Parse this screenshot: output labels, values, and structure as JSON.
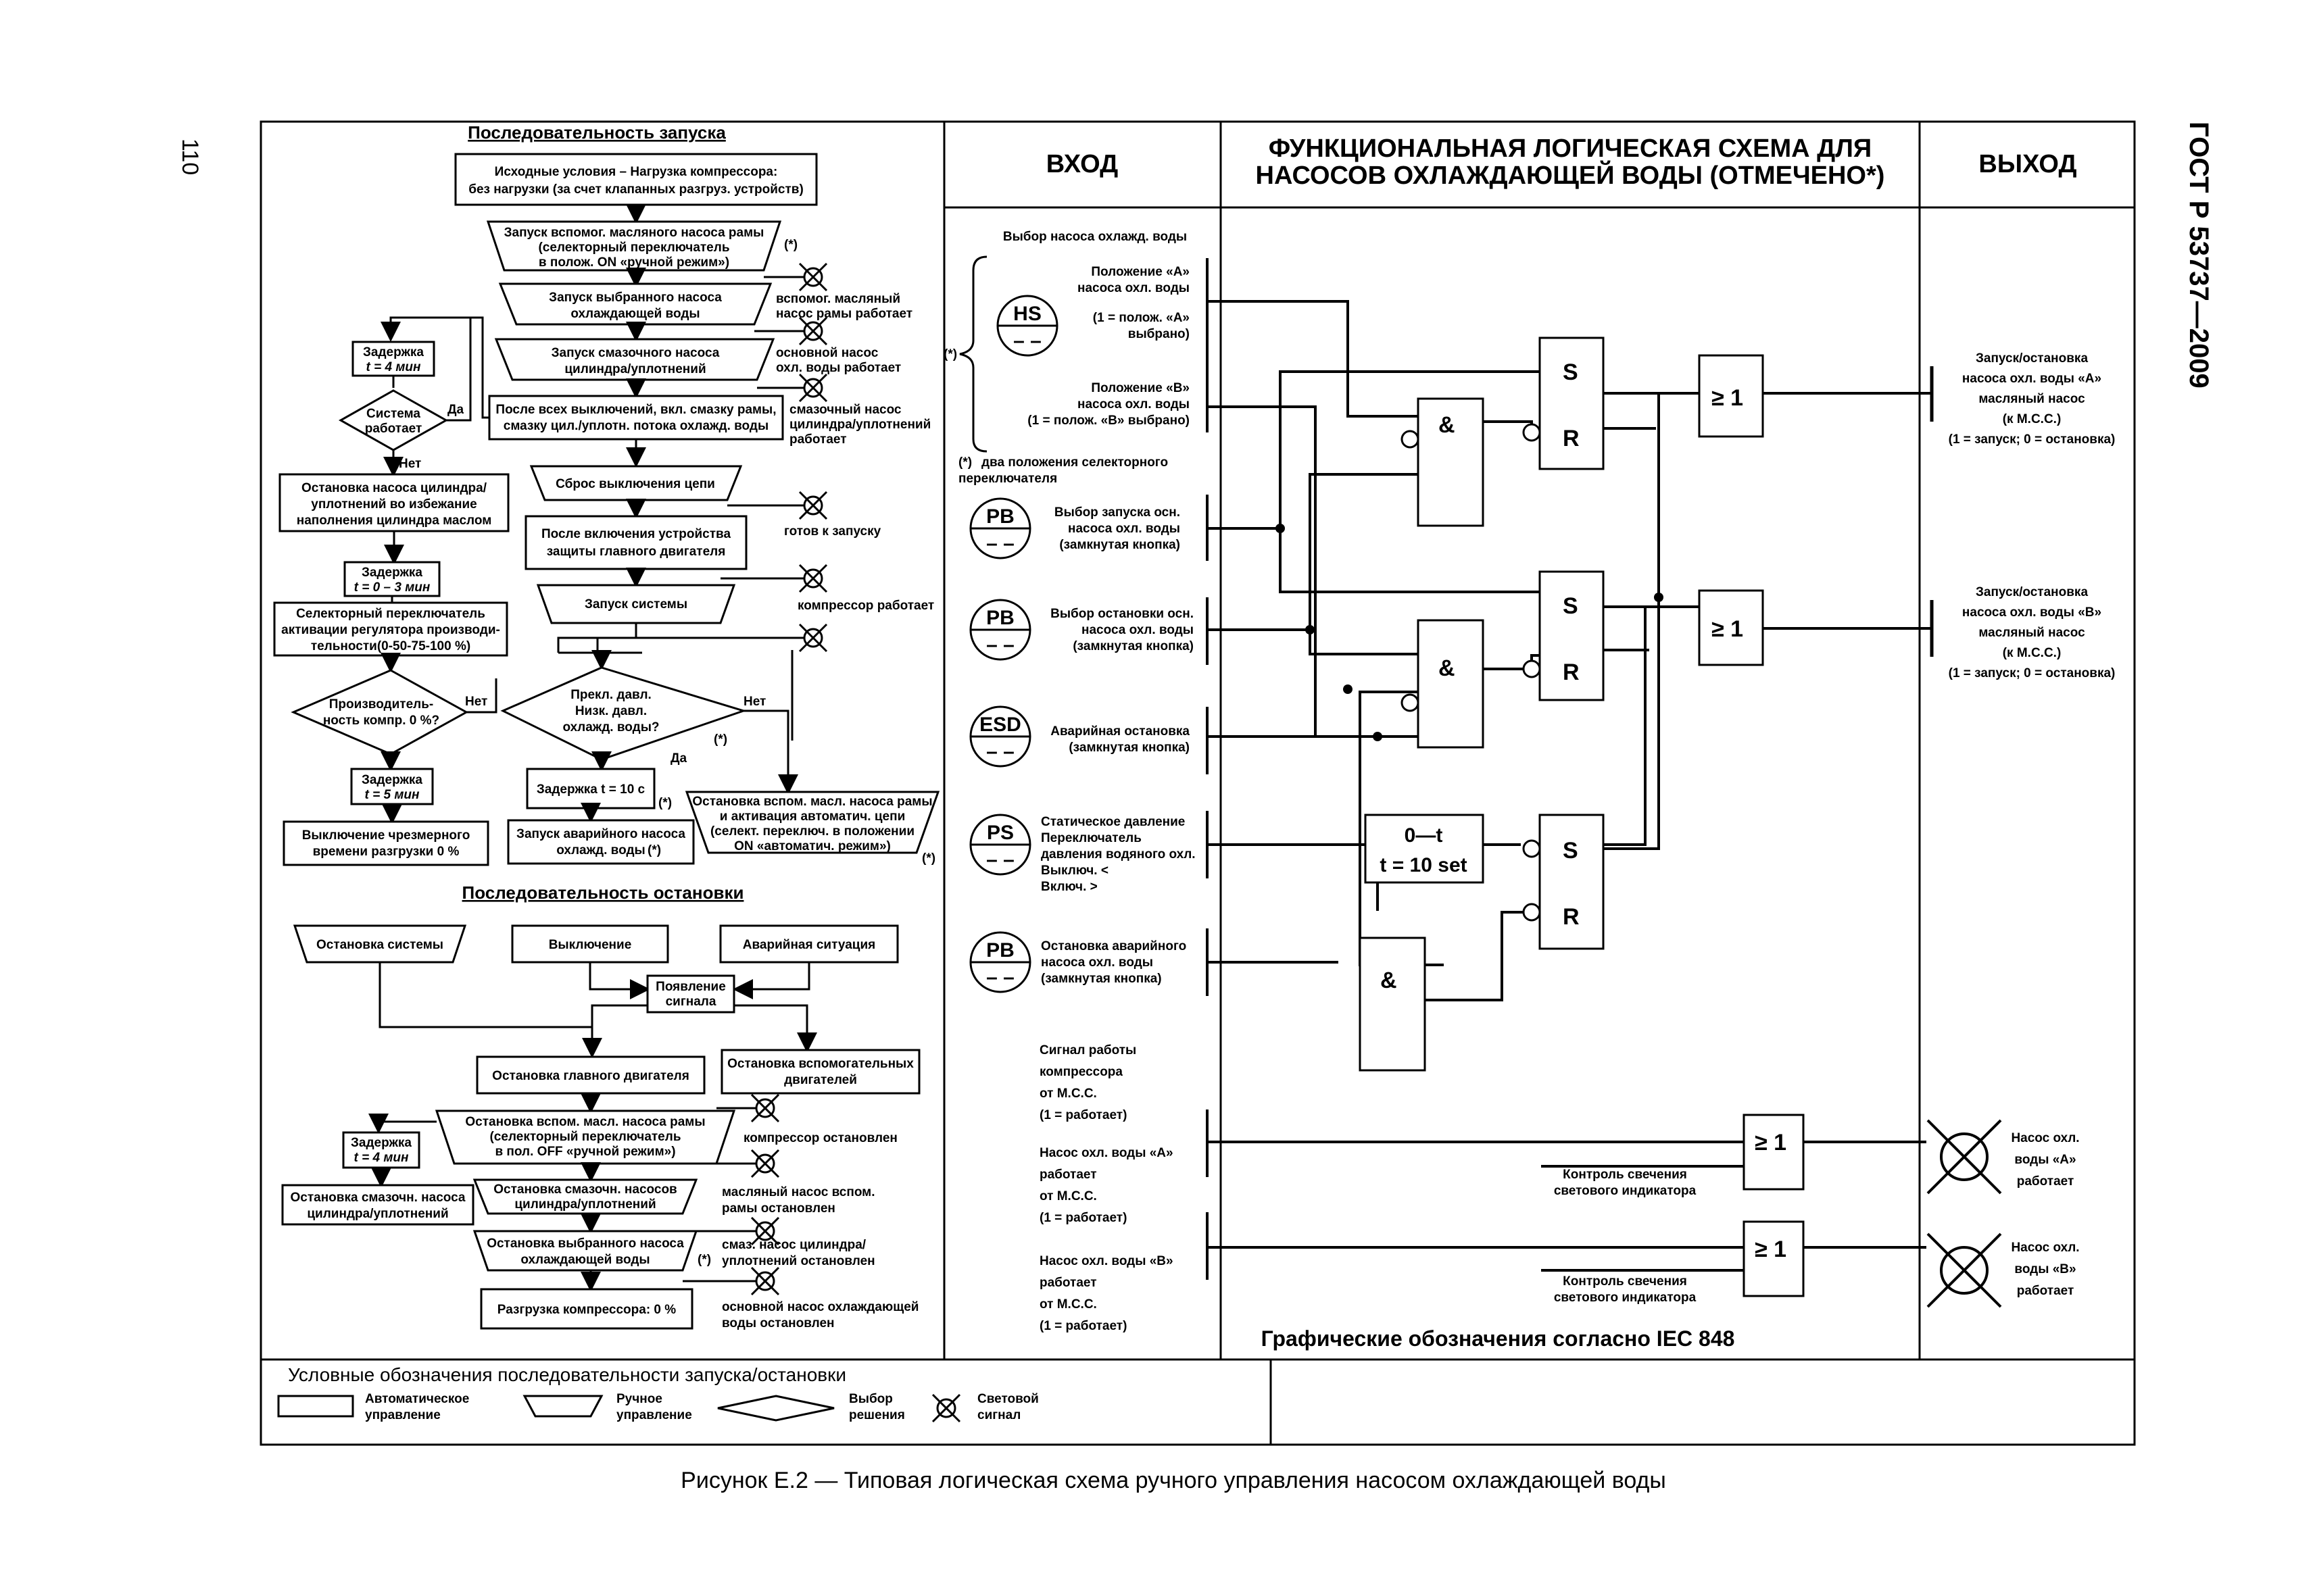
{
  "page_number": "110",
  "side_title": "ГОСТ Р 53737—2009",
  "caption": "Рисунок Е.2 — Типовая логическая схема ручного управления насосом охлаждающей воды",
  "start_seq": {
    "title": "Последовательность запуска",
    "init": [
      "Исходные условия – Нагрузка компрессора:",
      "без нагрузки (за счет клапанных разгруз. устройств)"
    ],
    "aux_oil": [
      "Запуск вспомог. масляного насоса рамы",
      "(селекторный переключатель",
      "в полож. ON «ручной режим»)"
    ],
    "star": "(*)",
    "lamp1": [
      "вспомог. масляный",
      "насос рамы работает"
    ],
    "cw_pump": [
      "Запуск выбранного насоса",
      "охлаждающей воды"
    ],
    "lamp2": [
      "основной насос",
      "охл. воды работает"
    ],
    "lube_pump": [
      "Запуск смазочного насоса",
      "цилиндра/уплотнений"
    ],
    "lamp3": [
      "смазочный насос",
      "цилиндра/уплотнений",
      "работает"
    ],
    "after_all": [
      "После всех выключений, вкл. смазку рамы,",
      "смазку цил./уплотн. потока  охлажд. воды"
    ],
    "delay4": [
      "Задержка",
      "t = 4 мин"
    ],
    "sys_run": [
      "Система",
      "работает"
    ],
    "yes": "Да",
    "no": "Нет",
    "stop_cyl": [
      "Остановка насоса цилиндра/",
      "уплотнений во избежание",
      "наполнения цилиндра маслом"
    ],
    "reset": "Сброс выключения цепи",
    "ready": "готов к запуску",
    "after_prot": [
      "После включения устройства",
      "защиты главного двигателя"
    ],
    "sys_start": "Запуск системы",
    "comp_run": "компрессор работает",
    "delay03": [
      "Задержка",
      "t = 0 – 3 мин"
    ],
    "selector": [
      "Селекторный переключатель",
      "активации регулятора производи-",
      "тельности(0-50-75-100 %)"
    ],
    "perf0": [
      "Производитель-",
      "ность компр. 0 %?"
    ],
    "press_sw": [
      "Прекл. давл.",
      "Низк. давл.",
      "охлажд. воды?"
    ],
    "delay10": "Задержка t = 10 с",
    "stop_aux": [
      "Остановка вспом. масл. насоса рамы",
      "и активация автоматич. цепи",
      "(селект. переключ. в положении",
      "ON «автоматич. режим»)"
    ],
    "delay5": [
      "Задержка",
      "t = 5 мин"
    ],
    "off_excess": [
      "Выключение чрезмерного",
      "времени разгрузки 0 %"
    ],
    "start_emerg": [
      "Запуск аварийного насоса",
      "охлажд. воды"
    ]
  },
  "stop_seq": {
    "title": "Последовательность остановки",
    "sys_stop": "Остановка системы",
    "shutdown": "Выключение",
    "emergency": "Аварийная ситуация",
    "signal": [
      "Появление",
      "сигнала"
    ],
    "main_motor": "Остановка главного двигателя",
    "aux_motors": [
      "Остановка вспомогательных",
      "двигателей"
    ],
    "stop_aux_oil": [
      "Остановка вспом. масл. насоса рамы",
      "(селекторный переключатель",
      "в пол. OFF «ручной режим»)"
    ],
    "comp_stopped": "компрессор остановлен",
    "delay4": [
      "Задержка",
      "t = 4 мин"
    ],
    "stop_lube": [
      "Остановка смазочн. насосов",
      "цилиндра/уплотнений"
    ],
    "aux_stopped": [
      "масляный насос вспом.",
      "рамы остановлен"
    ],
    "stop_lube_left": [
      "Остановка смазочн. насоса",
      "цилиндра/уплотнений"
    ],
    "stop_cw": [
      "Остановка выбранного насоса",
      "охлаждающей воды"
    ],
    "lube_stopped": [
      "смаз. насос цилиндра/",
      "уплотнений остановлен"
    ],
    "unload": "Разгрузка компрессора: 0 %",
    "cw_stopped": [
      "основной насос охлаждающей",
      "воды остановлен"
    ]
  },
  "legend": {
    "title": "Условные обозначения последовательности запуска/остановки",
    "auto": [
      "Автоматическое",
      "управление"
    ],
    "manual": [
      "Ручное",
      "управление"
    ],
    "decision": [
      "Выбор",
      "решения"
    ],
    "lamp": [
      "Световой",
      "сигнал"
    ]
  },
  "header": {
    "input": "ВХОД",
    "title": [
      "ФУНКЦИОНАЛЬНАЯ ЛОГИЧЕСКАЯ СХЕМА ДЛЯ",
      "НАСОСОВ ОХЛАЖДАЮЩЕЙ ВОДЫ (ОТМЕЧЕНО*)"
    ],
    "output": "ВЫХОД"
  },
  "inputs": {
    "select": "Выбор насоса охлажд. воды",
    "hs": "HS",
    "posA": [
      "Положение «А»",
      "насоса охл. воды",
      "",
      "(1 = полож. «А»",
      "выбрано)"
    ],
    "posB": [
      "Положение «В»",
      "насоса охл. воды",
      "(1 = полож. «В» выбрано)"
    ],
    "star_note": [
      "два положения селекторного",
      "переключателя"
    ],
    "star": "(*)",
    "pb": "PB",
    "esd": "ESD",
    "ps": "PS",
    "pb1": [
      "Выбор запуска осн.",
      "насоса охл. воды",
      "(замкнутая кнопка)"
    ],
    "pb2": [
      "Выбор остановки осн.",
      "насоса охл. воды",
      "(замкнутая кнопка)"
    ],
    "esd_t": [
      "Аварийная остановка",
      "(замкнутая кнопка)"
    ],
    "ps_t": [
      "Статическое давление",
      "Переключатель",
      "давления водяного охл.",
      "Выключ. <",
      "Включ. >"
    ],
    "pb3": [
      "Остановка аварийного",
      "насоса охл. воды",
      "(замкнутая кнопка)"
    ],
    "sig_comp": [
      "Сигнал работы",
      "компрессора",
      "от М.С.С.",
      "(1 = работает)"
    ],
    "sig_a": [
      "Насос охл. воды «А»",
      "работает",
      "от М.С.С.",
      "(1 = работает)"
    ],
    "sig_b": [
      "Насос охл. воды «В»",
      "работает",
      "от М.С.С.",
      "(1 = работает)"
    ]
  },
  "gates": {
    "and": "&",
    "or": "≥ 1",
    "s": "S",
    "r": "R",
    "timer1": "0—t",
    "timer2": "t = 10 set",
    "ctrl": [
      "Контроль свечения",
      "светового индикатора"
    ],
    "iec": "Графические обозначения согласно IEC 848"
  },
  "outputs": {
    "outA": [
      "Запуск/остановка",
      "насоса охл. воды «А»",
      "масляный насос",
      "(к М.С.С.)",
      "(1 = запуск; 0 = остановка)"
    ],
    "outB": [
      "Запуск/остановка",
      "насоса охл. воды «В»",
      "масляный насос",
      "(к М.С.С.)",
      "(1 = запуск; 0 = остановка)"
    ],
    "lampA": [
      "Насос охл.",
      "воды «А»",
      "работает"
    ],
    "lampB": [
      "Насос охл.",
      "воды «В»",
      "работает"
    ]
  }
}
